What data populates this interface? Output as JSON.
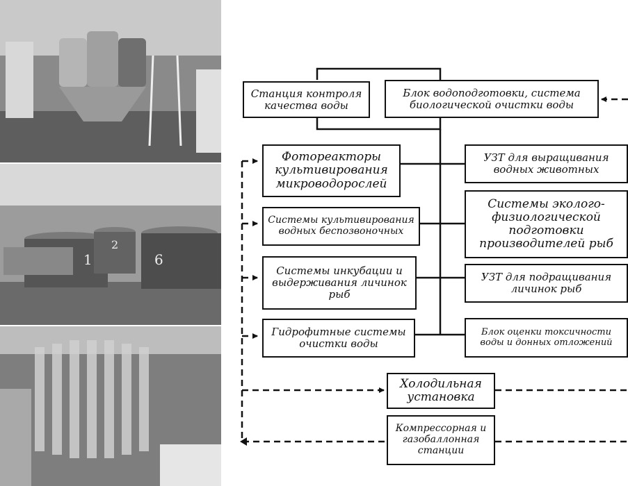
{
  "photos": [
    {
      "alt": "Hatchery tanks and ladders photo"
    },
    {
      "alt": "Numbered round tanks photo",
      "tank_labels": [
        "1",
        "2",
        "6"
      ]
    },
    {
      "alt": "Incubation apparatus photo"
    }
  ],
  "boxes": {
    "station_quality": "Станция контроля\nкачества воды",
    "water_prep": "Блок водоподготовки, система\nбиологической очистки воды",
    "photoreactors": "Фотореакторы\nкультивирования\nмикроводорослей",
    "uzt_animals": "УЗТ для выращивания\nводных животных",
    "invertebrates": "Системы культивирования\nводных беспозвоночных",
    "eco_physio": "Системы эколого-\nфизиологической\nподготовки\nпроизводителей рыб",
    "incubation": "Системы инкубации и\nвыдерживания личинок\nрыб",
    "uzt_larvae": "УЗТ для подращивания\nличинок рыб",
    "hydrophyte": "Гидрофитные системы\nочистки воды",
    "toxicity": "Блок оценки токсичности\nводы и донных отложений",
    "cooling": "Холодильная\nустановка",
    "compressor": "Компрессорная и\nгазобаллонная\nстанции"
  }
}
